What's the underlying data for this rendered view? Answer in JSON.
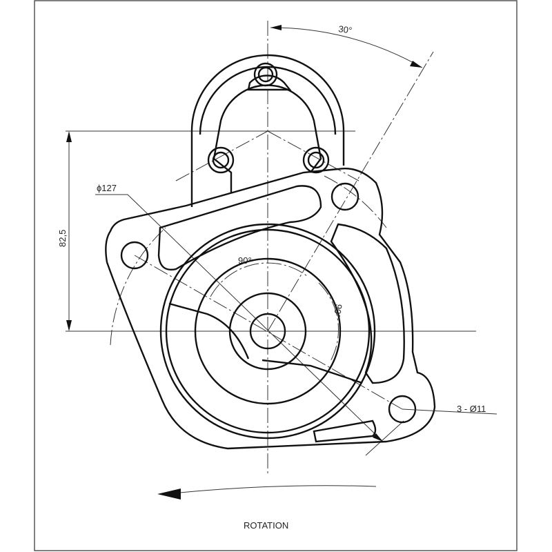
{
  "drawing": {
    "angle_top": "30°",
    "diameter_pitch": "ϕ127",
    "height_dim": "82,5",
    "angle_inner_left": "90°",
    "angle_inner_right": "90°",
    "holes": "3 - Ø11",
    "rotation_label": "ROTATION"
  }
}
